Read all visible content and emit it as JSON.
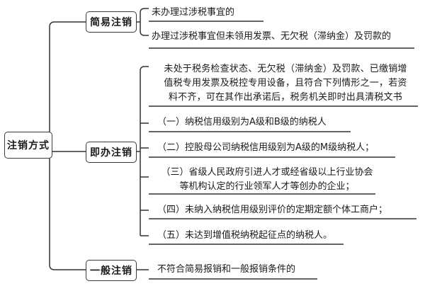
{
  "root": {
    "label": "注销方式"
  },
  "simple": {
    "label": "简易注销",
    "items": [
      "未办理过涉税事宜的",
      "办理过涉税事宜但未领用发票、无欠税（滞纳金）及罚款的"
    ]
  },
  "immediate": {
    "label": "即办注销",
    "condition_lines": [
      "未处于税务检查状态、无欠税（滞纳金）及罚款、已缴销增",
      "值税专用发票及税控专用设备，且符合下列情形之一，若资",
      "料不齐，可在其作出承诺后，税务机关即时出具清税文书"
    ],
    "items": [
      [
        "（一）纳税信用级别为A级和B级的纳税人"
      ],
      [
        "（二）控股母公司纳税信用级别为A级的M级纳税人；"
      ],
      [
        "（三）省级人民政府引进人才或经省级以上行业协会",
        "等机构认定的行业领军人才等创办的企业；"
      ],
      [
        "（四）未纳入纳税信用级别评价的定期定额个体工商户；"
      ],
      [
        "（五）未达到增值税纳税起征点的纳税人。"
      ]
    ]
  },
  "general": {
    "label": "一般注销",
    "items": [
      "不符合简易报销和一般报销条件的"
    ]
  }
}
